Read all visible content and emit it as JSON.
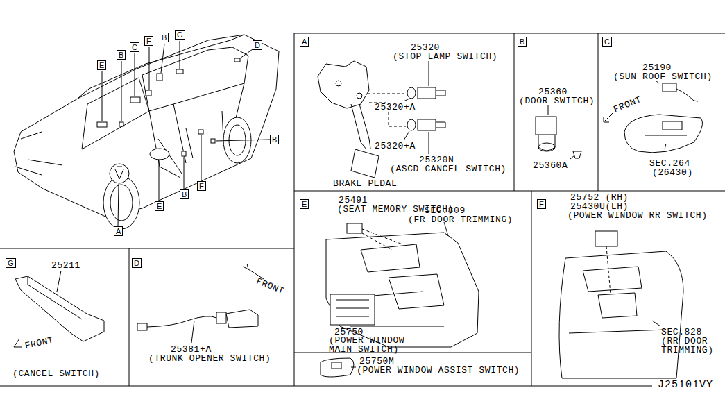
{
  "diagram": {
    "nodes": [
      {
        "text": [
          "E"
        ]
      },
      {
        "text": [
          "B"
        ]
      },
      {
        "text": [
          "C"
        ]
      },
      {
        "text": [
          "F"
        ]
      },
      {
        "text": [
          "B"
        ]
      },
      {
        "text": [
          "G"
        ]
      },
      {
        "text": [
          "D"
        ]
      },
      {
        "text": [
          "B"
        ]
      },
      {
        "text": [
          "E"
        ]
      },
      {
        "text": [
          "B"
        ]
      },
      {
        "text": [
          "F"
        ]
      },
      {
        "text": [
          "A"
        ]
      },
      {
        "text": [
          "A"
        ]
      },
      {
        "text": [
          "B"
        ]
      },
      {
        "text": [
          "C"
        ]
      },
      {
        "text": [
          "E"
        ]
      },
      {
        "text": [
          "F"
        ]
      },
      {
        "text": [
          "G"
        ]
      },
      {
        "text": [
          "D"
        ]
      }
    ],
    "labels": [
      "25320",
      "(STOP LAMP SWITCH)",
      "25320+A",
      "25320+A",
      "25320N",
      "(ASCD CANCEL SWITCH)",
      "BRAKE PEDAL",
      "25360",
      "(DOOR SWITCH)",
      "25360A",
      "25190",
      "(SUN ROOF SWITCH)",
      "FRONT",
      "SEC.264",
      "(26430)",
      "25491",
      "(SEAT MEMORY SWITCH)",
      "SEC.809",
      "(FR DOOR TRIMMING)",
      "25750",
      "(POWER WINDOW MAIN SWITCH)",
      "25750M",
      "(POWER WINDOW ASSIST SWITCH)",
      "25752 (RH)",
      "25430U(LH)",
      "(POWER WINDOW RR SWITCH)",
      "SEC.828",
      "(RR DOOR TRIMMING)",
      "25211",
      "FRONT",
      "(CANCEL SWITCH)",
      "FRONT",
      "25381+A",
      "(TRUNK OPENER SWITCH)",
      "J25101VY"
    ]
  }
}
